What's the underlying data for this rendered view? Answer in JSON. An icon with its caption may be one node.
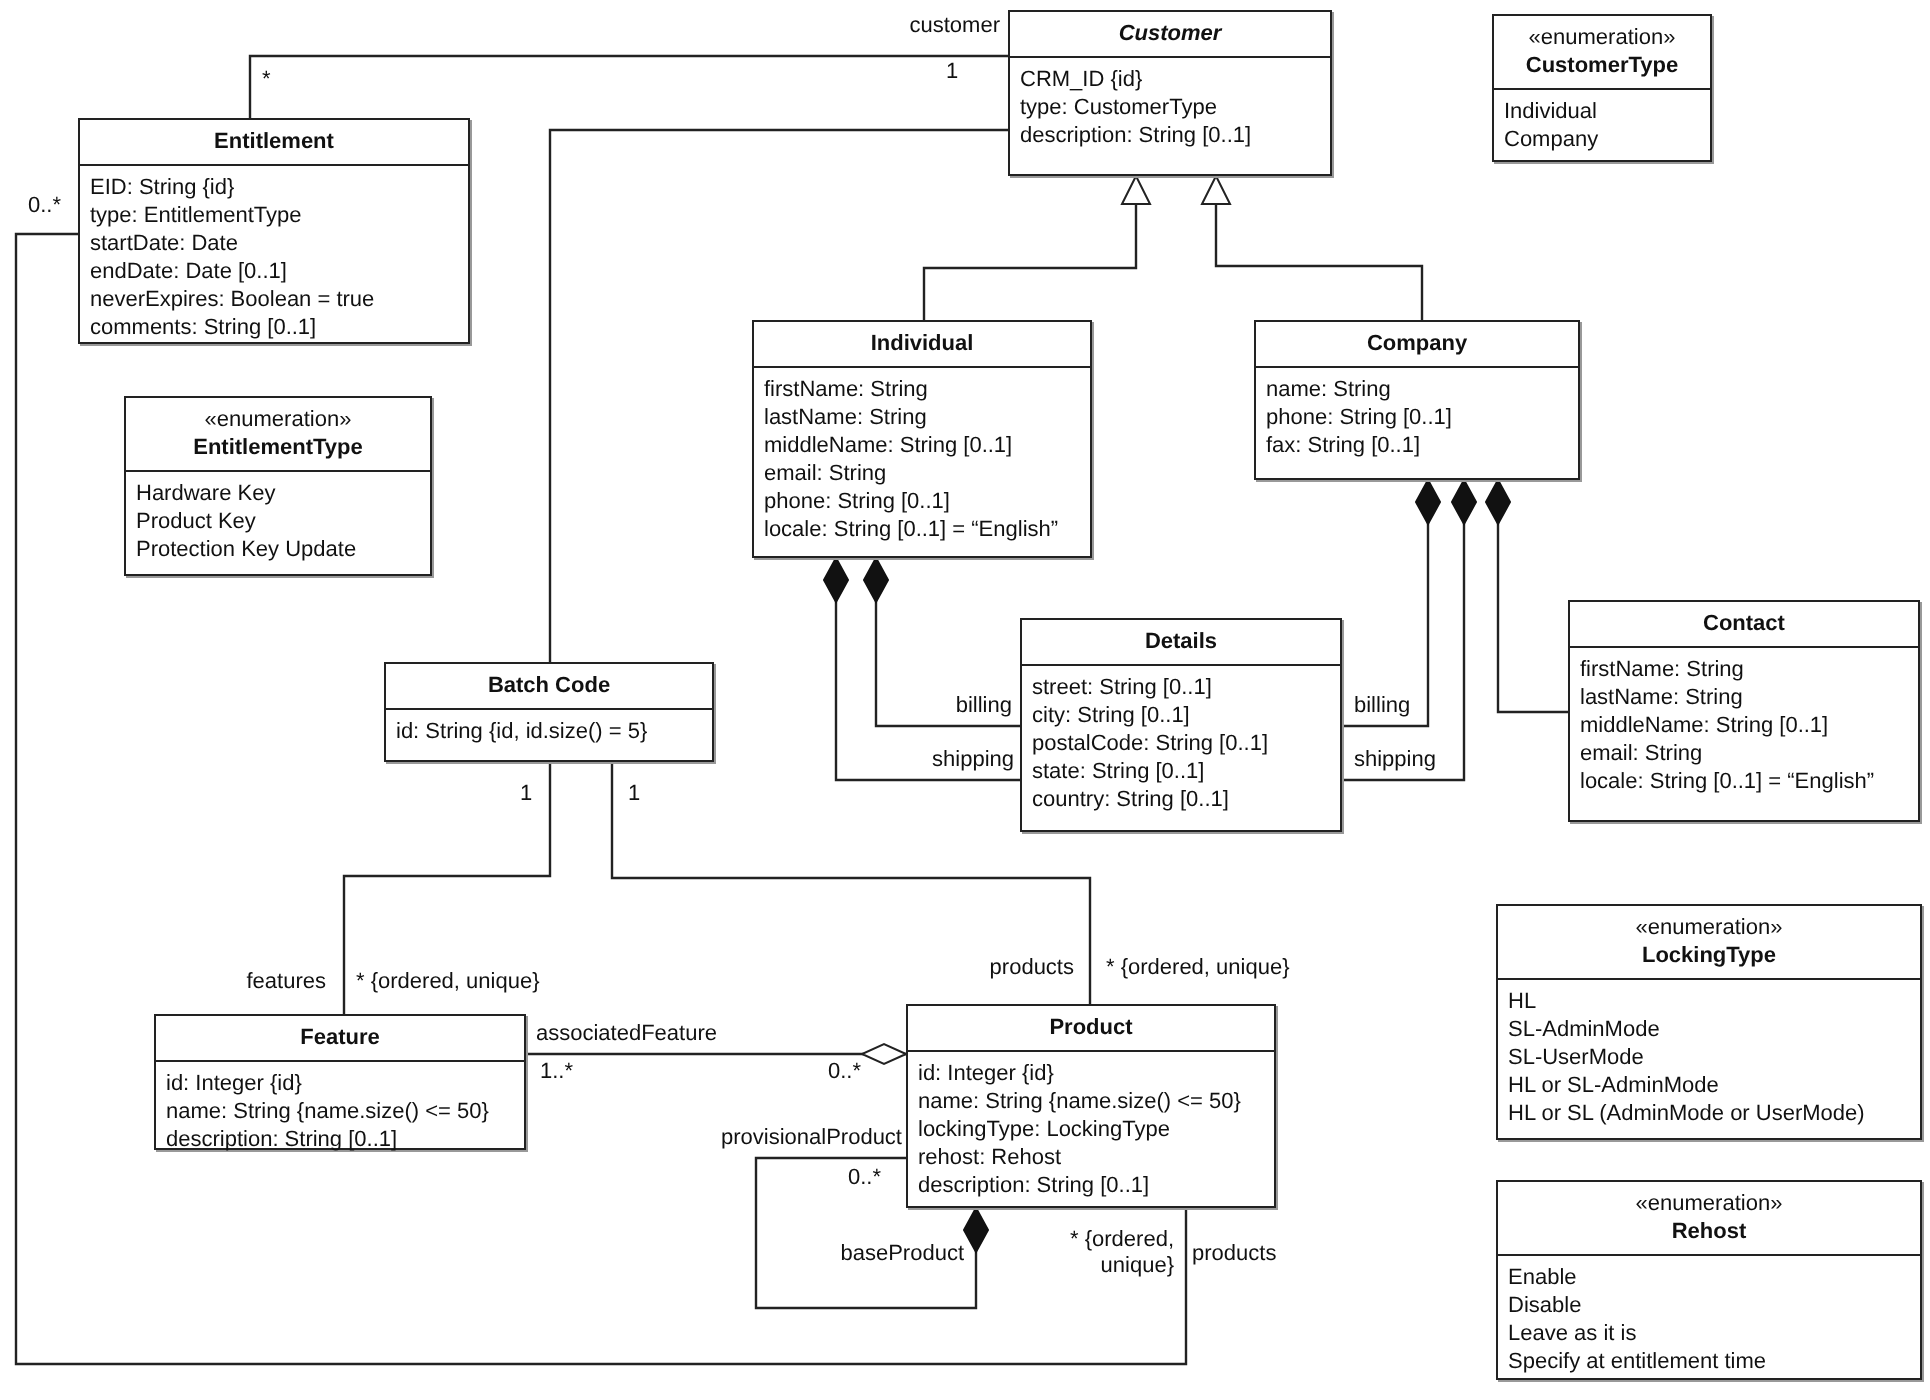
{
  "diagram": {
    "nodes": [
      {
        "text": [
          "Customer",
          "CRM_ID {id}",
          "type: CustomerType",
          "description: String [0..1]"
        ]
      },
      {
        "text": [
          "«enumeration»",
          "CustomerType",
          "Individual",
          "Company"
        ]
      },
      {
        "text": [
          "Entitlement",
          "EID: String {id}",
          "type: EntitlementType",
          "startDate: Date",
          "endDate: Date [0..1]",
          "neverExpires: Boolean = true",
          "comments: String [0..1]"
        ]
      },
      {
        "text": [
          "«enumeration»",
          "EntitlementType",
          "Hardware Key",
          "Product Key",
          "Protection Key Update"
        ]
      },
      {
        "text": [
          "Individual",
          "firstName: String",
          "lastName: String",
          "middleName: String [0..1]",
          "email: String",
          "phone: String [0..1]",
          "locale: String [0..1] = “English”"
        ]
      },
      {
        "text": [
          "Company",
          "name: String",
          "phone: String [0..1]",
          "fax: String [0..1]"
        ]
      },
      {
        "text": [
          "Details",
          "street: String [0..1]",
          "city: String [0..1]",
          "postalCode: String [0..1]",
          "state: String [0..1]",
          "country: String [0..1]"
        ]
      },
      {
        "text": [
          "Contact",
          "firstName: String",
          "lastName: String",
          "middleName: String [0..1]",
          "email: String",
          "locale: String [0..1] = “English”"
        ]
      },
      {
        "text": [
          "Batch Code",
          "id: String {id, id.size() = 5}"
        ]
      },
      {
        "text": [
          "Feature",
          "id: Integer {id}",
          "name: String {name.size() <= 50}",
          "description: String [0..1]"
        ]
      },
      {
        "text": [
          "Product",
          "id: Integer {id}",
          "name: String {name.size() <= 50}",
          "lockingType: LockingType",
          "rehost: Rehost",
          "description: String [0..1]"
        ]
      },
      {
        "text": [
          "«enumeration»",
          "LockingType",
          "HL",
          "SL-AdminMode",
          "SL-UserMode",
          "HL or SL-AdminMode",
          "HL or SL (AdminMode or UserMode)"
        ]
      },
      {
        "text": [
          "«enumeration»",
          "Rehost",
          "Enable",
          "Disable",
          "Leave as it is",
          "Specify at entitlement time"
        ]
      }
    ],
    "edges": [
      {
        "from": 2,
        "to": 0,
        "arrow": "none"
      },
      {
        "from": 0,
        "to": 8,
        "arrow": "none"
      },
      {
        "from": 4,
        "to": 0,
        "arrow": "to"
      },
      {
        "from": 5,
        "to": 0,
        "arrow": "to"
      },
      {
        "from": 4,
        "to": 6,
        "arrow": "other"
      },
      {
        "from": 4,
        "to": 6,
        "arrow": "other"
      },
      {
        "from": 5,
        "to": 6,
        "arrow": "other"
      },
      {
        "from": 5,
        "to": 6,
        "arrow": "other"
      },
      {
        "from": 5,
        "to": 7,
        "arrow": "other"
      },
      {
        "from": 8,
        "to": 9,
        "arrow": "none"
      },
      {
        "from": 8,
        "to": 10,
        "arrow": "none"
      },
      {
        "from": 10,
        "to": 9,
        "arrow": "other"
      },
      {
        "from": 10,
        "to": 10,
        "arrow": "other"
      },
      {
        "from": 2,
        "to": 10,
        "arrow": "none"
      }
    ],
    "labels": [
      "customer",
      "*",
      "1",
      "0..*",
      "billing",
      "billing",
      "shipping",
      "shipping",
      "1",
      "1",
      "features",
      "* {ordered, unique}",
      "products",
      "* {ordered, unique}",
      "associatedFeature",
      "1..*",
      "0..*",
      "provisionalProduct",
      "0..*",
      "baseProduct",
      "* {ordered, unique}",
      "products"
    ]
  }
}
